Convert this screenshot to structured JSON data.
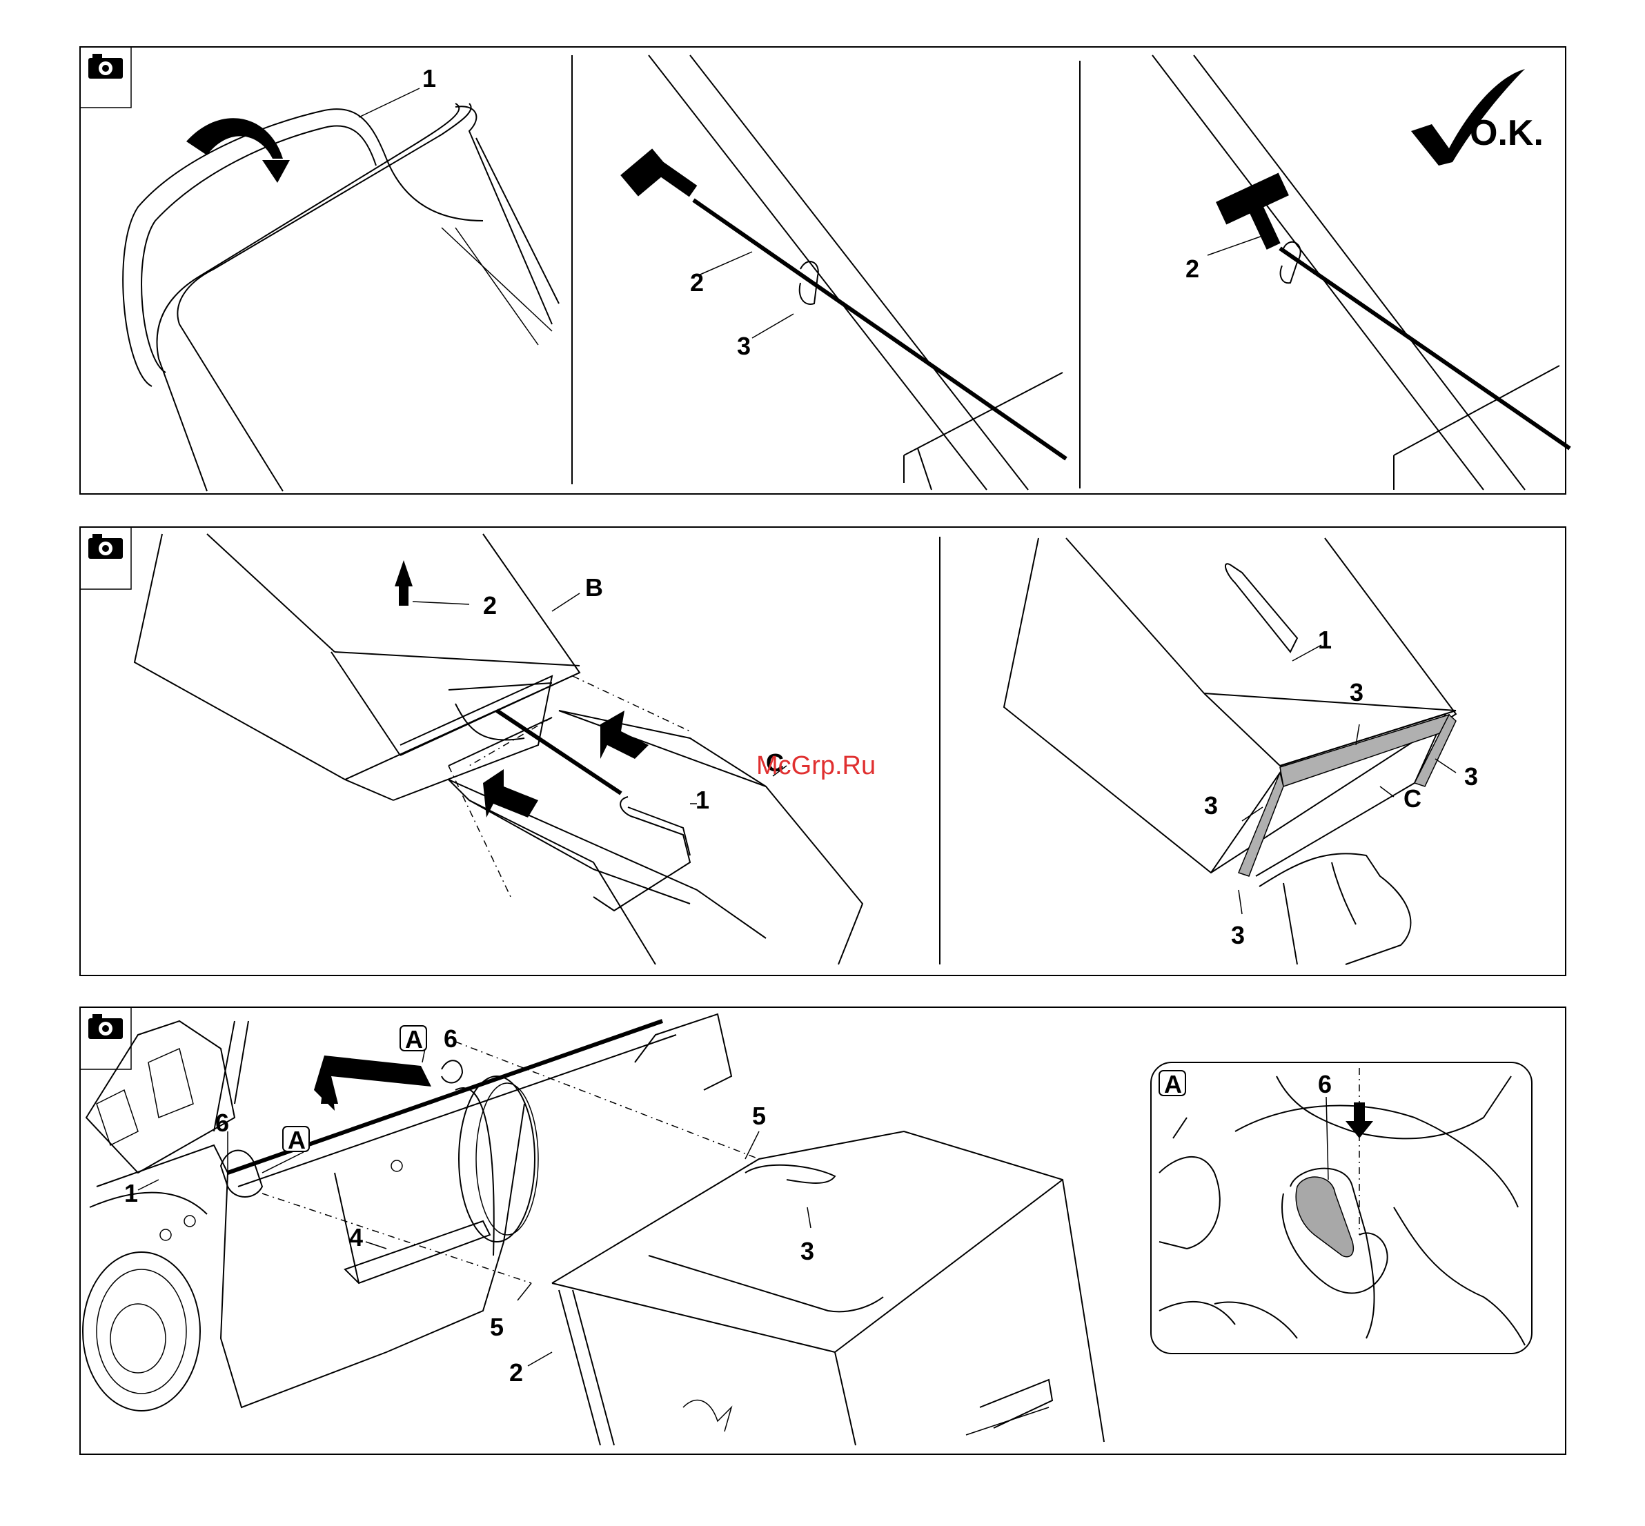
{
  "watermark": "McGrp.Ru",
  "panel1": {
    "icon": "camera-icon",
    "step1": {
      "callout_1": "1"
    },
    "step2": {
      "callout_2": "2",
      "callout_3": "3"
    },
    "step3": {
      "callout_2": "2",
      "ok_text": "O.K."
    }
  },
  "panel2": {
    "icon": "camera-icon",
    "left": {
      "callout_2": "2",
      "callout_B": "B",
      "callout_C": "C",
      "callout_1": "1"
    },
    "right": {
      "callout_1": "1",
      "callout_3a": "3",
      "callout_3b": "3",
      "callout_3c": "3",
      "callout_3d": "3",
      "callout_C": "C"
    }
  },
  "panel3": {
    "icon": "camera-icon",
    "main": {
      "callout_A1": "A",
      "callout_6a": "6",
      "callout_A2": "A",
      "callout_6b": "6",
      "callout_1": "1",
      "callout_4": "4",
      "callout_5a": "5",
      "callout_3": "3",
      "callout_5b": "5",
      "callout_2": "2"
    },
    "detail": {
      "callout_A": "A",
      "callout_6": "6"
    }
  }
}
